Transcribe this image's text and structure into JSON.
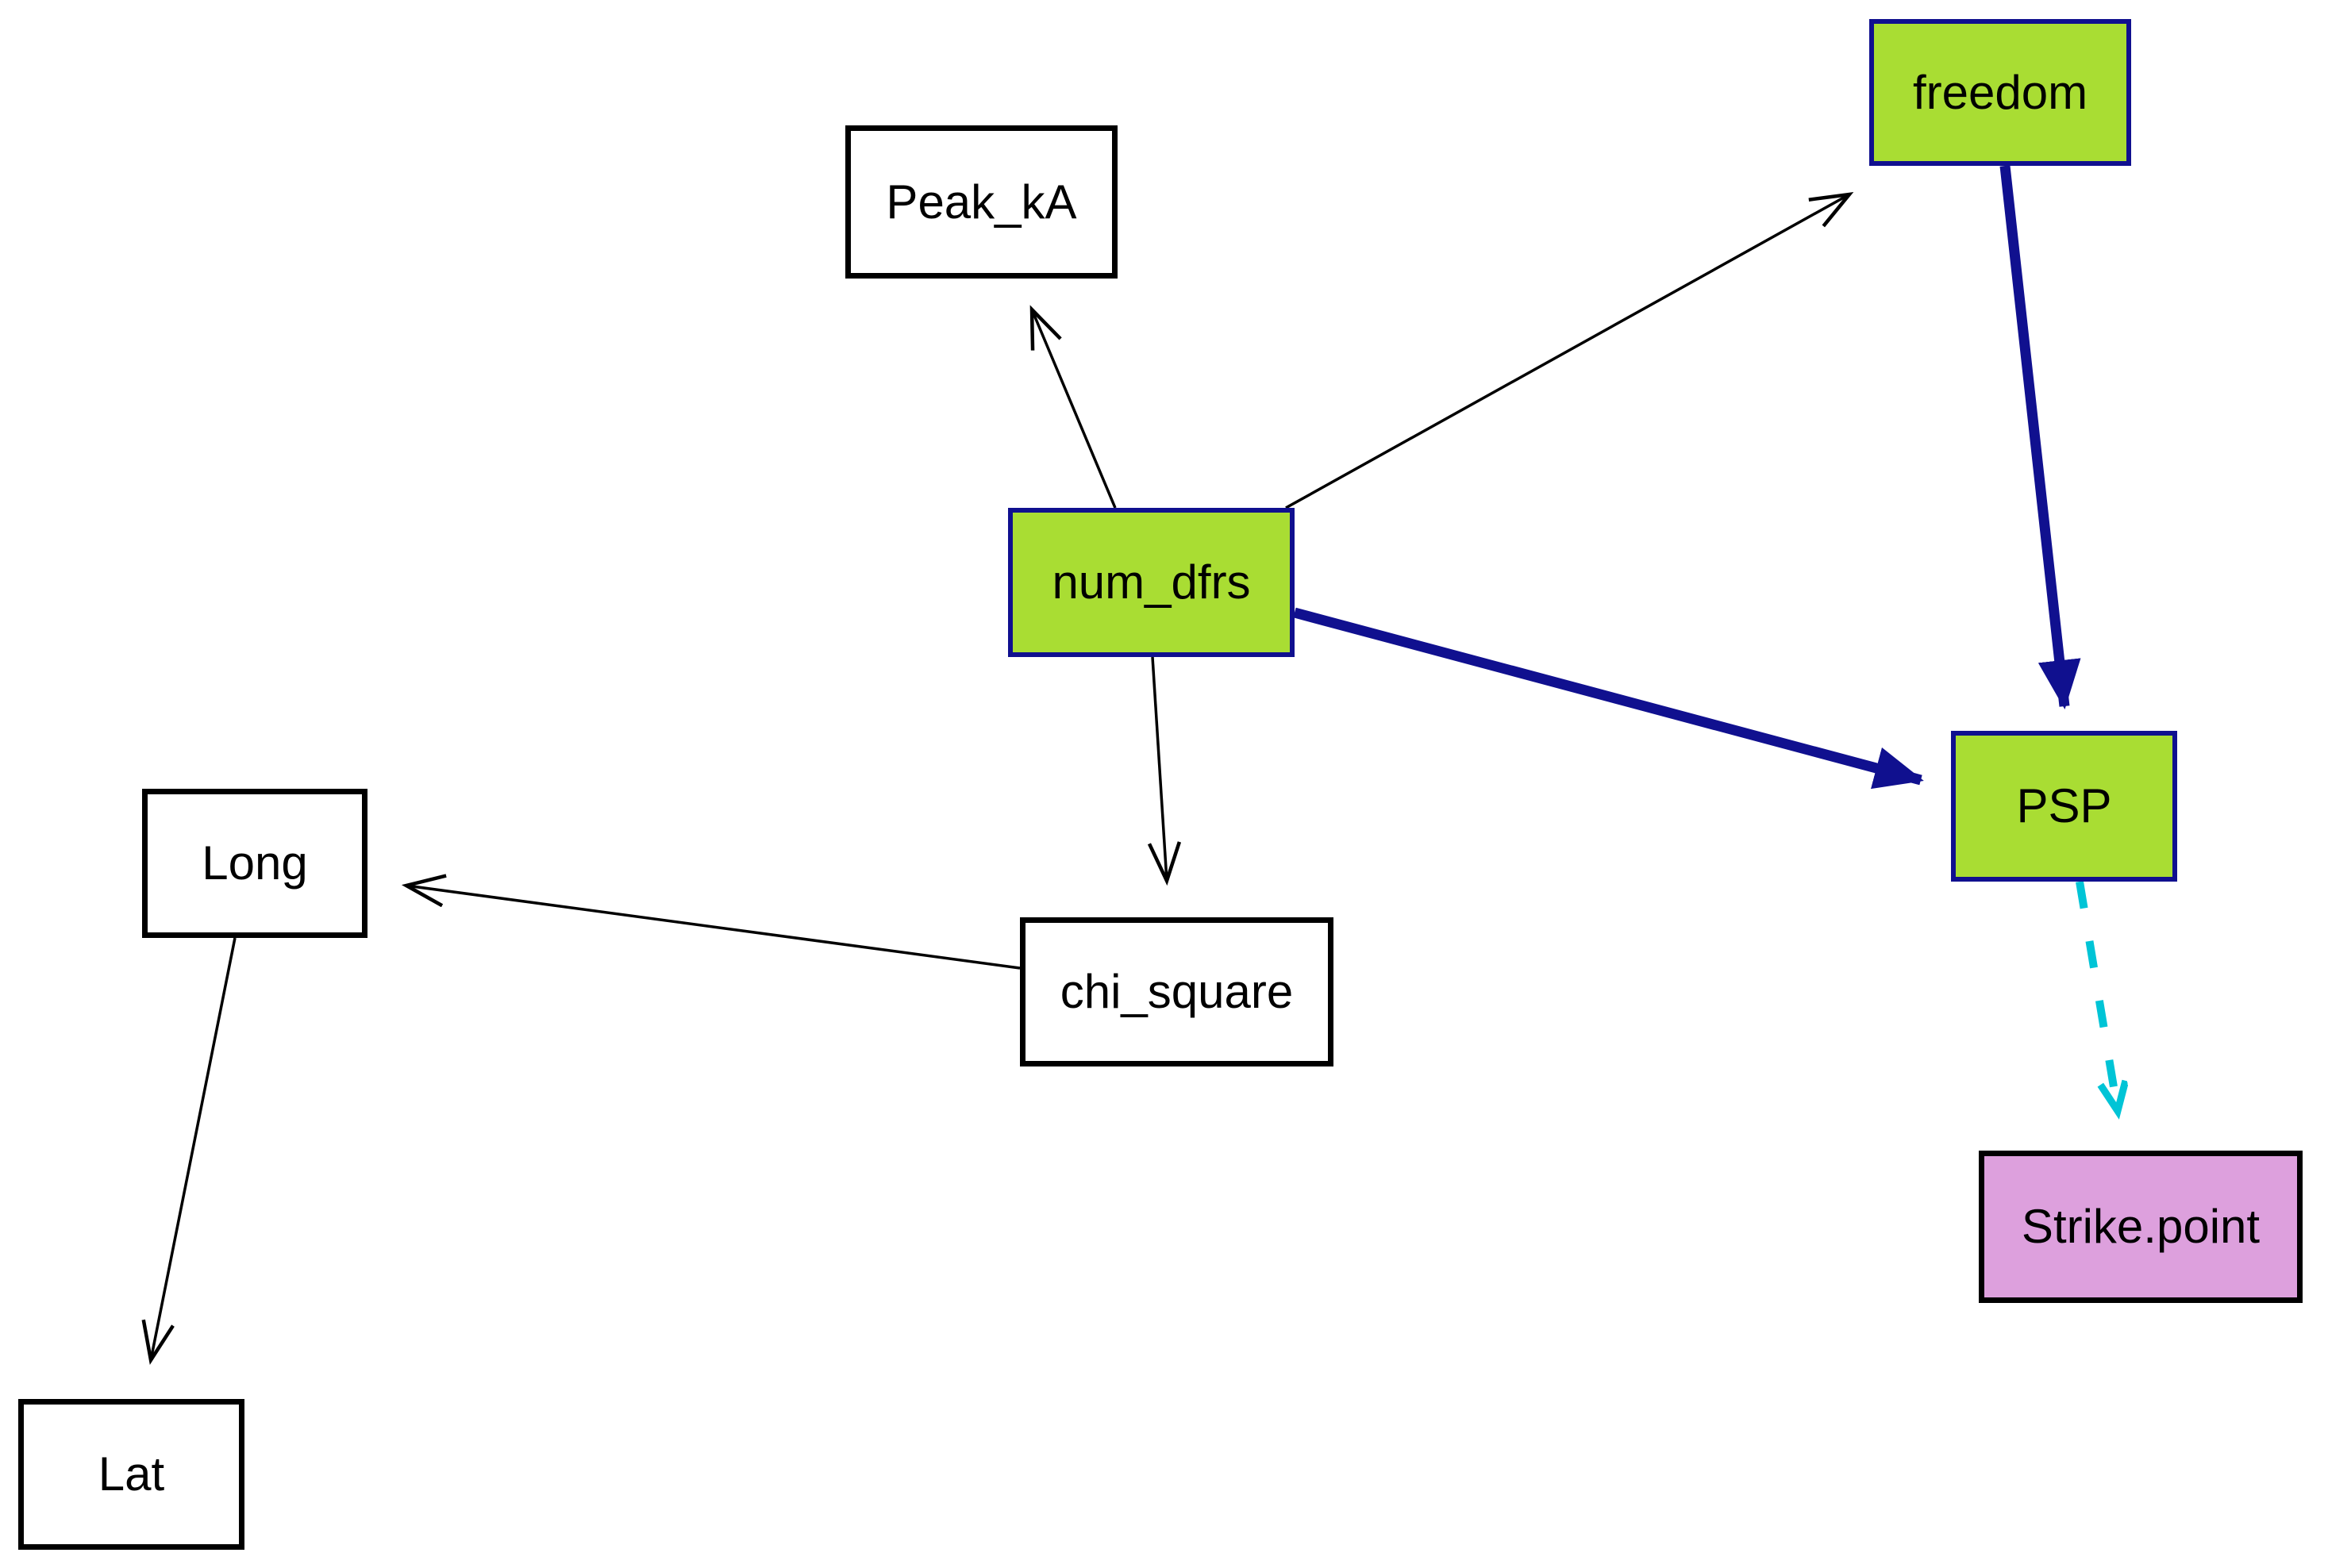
{
  "diagram": {
    "background": "#ffffff",
    "nodes": [
      {
        "id": "Peak_kA",
        "label": "Peak_kA",
        "style": "white"
      },
      {
        "id": "freedom",
        "label": "freedom",
        "style": "green"
      },
      {
        "id": "num_dfrs",
        "label": "num_dfrs",
        "style": "green"
      },
      {
        "id": "PSP",
        "label": "PSP",
        "style": "green"
      },
      {
        "id": "Long",
        "label": "Long",
        "style": "white"
      },
      {
        "id": "chi_square",
        "label": "chi_square",
        "style": "white"
      },
      {
        "id": "Strike.point",
        "label": "Strike.point",
        "style": "purple"
      },
      {
        "id": "Lat",
        "label": "Lat",
        "style": "white"
      }
    ],
    "edges": [
      {
        "from": "num_dfrs",
        "to": "Peak_kA",
        "style": "thin-black-solid"
      },
      {
        "from": "num_dfrs",
        "to": "freedom",
        "style": "thin-black-solid"
      },
      {
        "from": "num_dfrs",
        "to": "chi_square",
        "style": "thin-black-solid"
      },
      {
        "from": "chi_square",
        "to": "Long",
        "style": "thin-black-solid"
      },
      {
        "from": "Long",
        "to": "Lat",
        "style": "thin-black-solid"
      },
      {
        "from": "num_dfrs",
        "to": "PSP",
        "style": "thick-blue-solid"
      },
      {
        "from": "freedom",
        "to": "PSP",
        "style": "thick-blue-solid"
      },
      {
        "from": "PSP",
        "to": "Strike.point",
        "style": "dashed-cyan"
      }
    ],
    "colors": {
      "node_green": "#a9dd33",
      "node_purple": "#dda0dd",
      "node_white": "#ffffff",
      "node_border_blue": "#10108f",
      "node_border_black": "#000000",
      "edge_black": "#000000",
      "edge_blue": "#10108f",
      "edge_cyan": "#00c4d6",
      "label_color": "#000000"
    }
  }
}
